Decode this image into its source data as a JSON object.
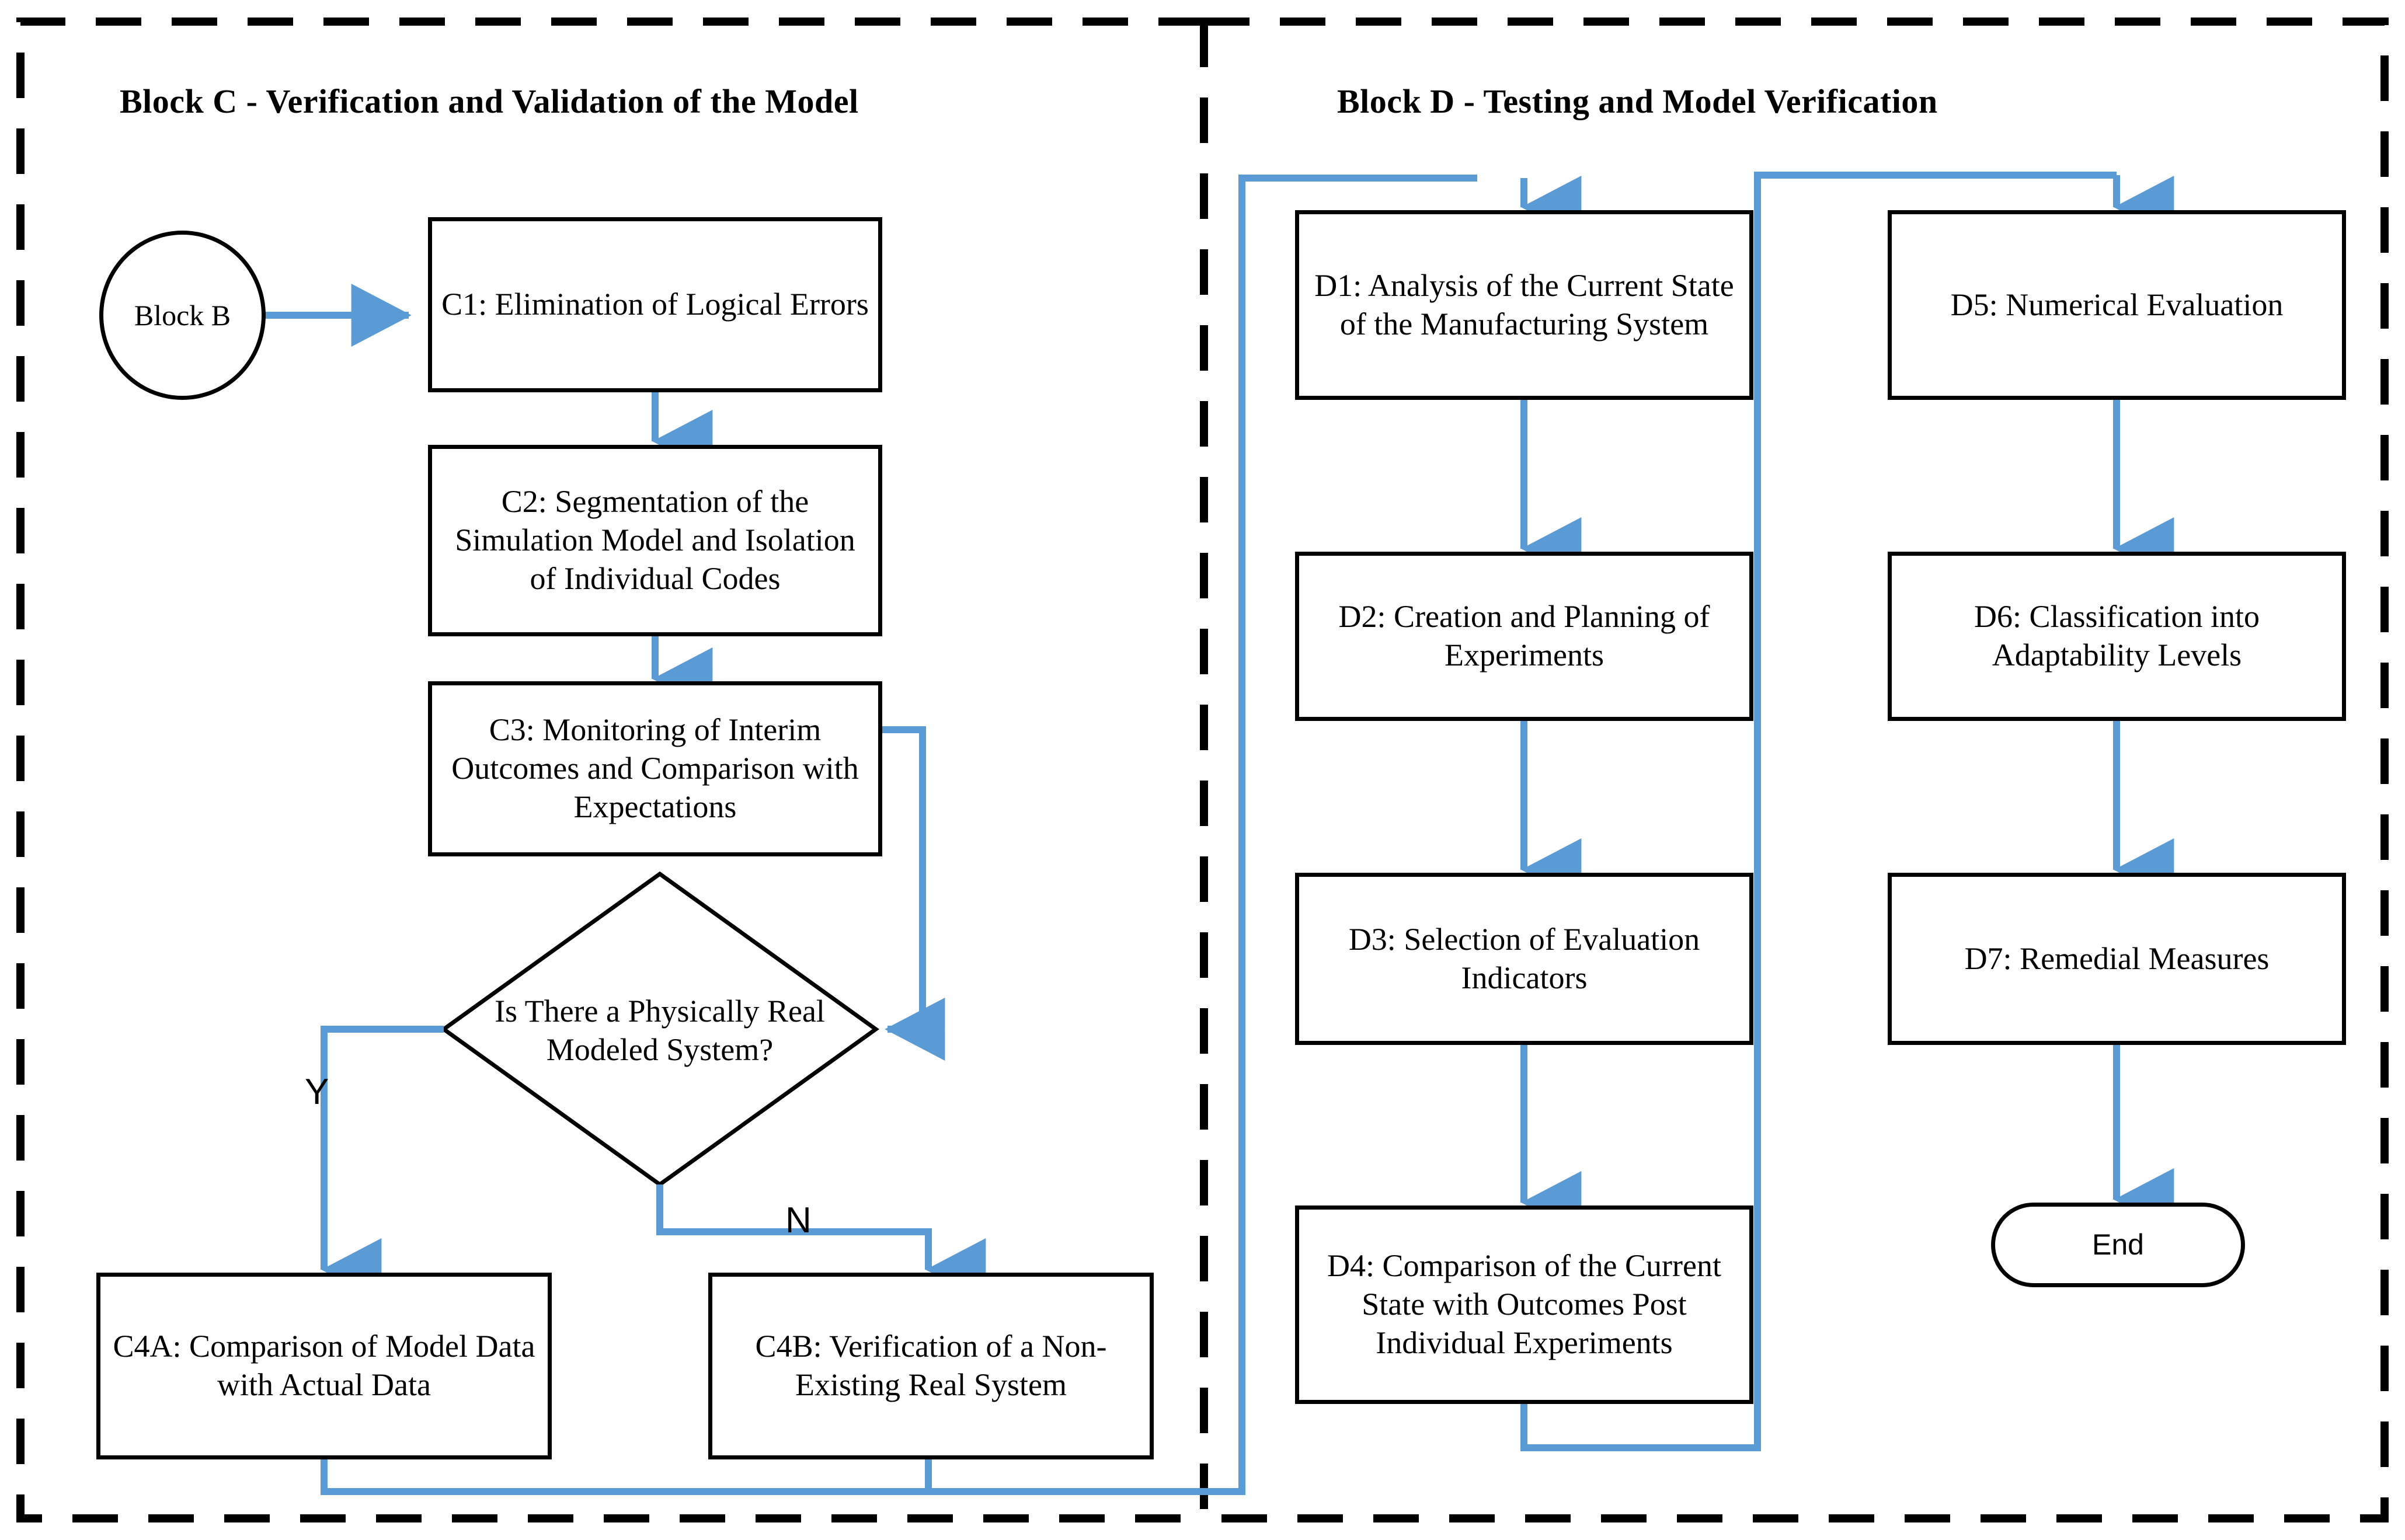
{
  "diagram": {
    "kind": "flowchart",
    "accent_color": "#5B9BD5",
    "line_color": "#000000",
    "background": "#FFFFFF",
    "blocks": [
      {
        "id": "block-c",
        "title": "Block C - Verification and Validation of the Model"
      },
      {
        "id": "block-d",
        "title": "Block D - Testing and Model Verification"
      }
    ],
    "nodes": {
      "block_b": "Block B",
      "c1": "C1: Elimination of Logical Errors",
      "c2": "C2: Segmentation of the Simulation Model and Isolation of Individual Codes",
      "c3": "C3: Monitoring of Interim Outcomes and Comparison with Expectations",
      "decision": "Is There a Physically Real Modeled System?",
      "c4a": "C4A: Comparison of Model Data with Actual Data",
      "c4b": "C4B: Verification of a Non-Existing Real System",
      "d1": "D1: Analysis of the Current State of the Manufacturing System",
      "d2": "D2: Creation and Planning of Experiments",
      "d3": "D3: Selection of Evaluation Indicators",
      "d4": "D4: Comparison of the Current State with Outcomes Post Individual Experiments",
      "d5": "D5: Numerical Evaluation",
      "d6": "D6: Classification into Adaptability Levels",
      "d7": "D7: Remedial Measures",
      "end": "End"
    },
    "edge_labels": {
      "yes": "Y",
      "no": "N"
    }
  }
}
